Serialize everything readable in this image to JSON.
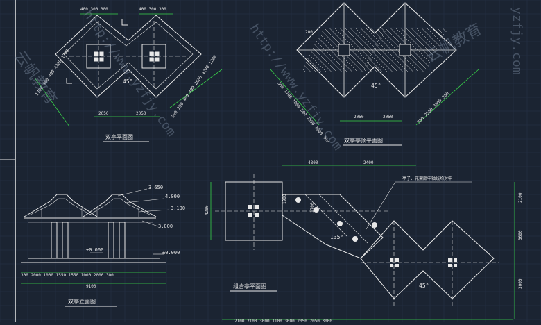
{
  "colors": {
    "background": "#1b2432",
    "grid": "#27324a",
    "lines": "#e8e8e8",
    "dimension": "#39d34a",
    "text": "#e8e8e8",
    "watermark": "#7a8aa0"
  },
  "titles": {
    "plan": "双亭平面图",
    "roof": "双亭亭顶平面图",
    "elevation": "双亭立面图",
    "combo": "组合亭平面图"
  },
  "plan_dims": {
    "top_a": [
      "400",
      "300",
      "300"
    ],
    "top_b": [
      "400",
      "300",
      "300"
    ],
    "left": [
      "1700",
      "400",
      "400",
      "4200",
      "1700"
    ],
    "right": [
      "300",
      "200",
      "400",
      "400",
      "2600",
      "4200",
      "1200"
    ],
    "bottom": [
      "2050",
      "2050"
    ],
    "angle": "45°"
  },
  "roof_dims": {
    "top": "200",
    "left": [
      "300",
      "1700",
      "1000",
      "500",
      "2500",
      "3000",
      "300"
    ],
    "right": [
      "300",
      "2500",
      "3000",
      "300"
    ],
    "bottom": [
      "2050",
      "2050"
    ],
    "angle": "45°"
  },
  "elevation": {
    "levels": [
      "3.650",
      "4.000",
      "3.100",
      "3.000",
      "±0.000",
      "±0.000"
    ],
    "dims": [
      "300",
      "2000",
      "1000",
      "1550",
      "1550",
      "1000",
      "2000",
      "300"
    ],
    "total": "9100"
  },
  "combo": {
    "top_dims": [
      "4800",
      "2400"
    ],
    "note": "亭子、花架廊中轴线均对中",
    "left_dim": "4200",
    "mid_dims": [
      "1900",
      "1700"
    ],
    "right_dims": [
      "2100",
      "3600",
      "3000"
    ],
    "bottom_dims": [
      "2100",
      "2100",
      "3000",
      "1100",
      "3000",
      "2050",
      "2050",
      "3000"
    ],
    "angle_a": "135°",
    "angle_b": "45°"
  },
  "watermarks": [
    "http://www.yzfjy.com",
    "云帆教育",
    "http://www.yzfjy.com",
    "云帆教育",
    "yzfjy.com"
  ]
}
